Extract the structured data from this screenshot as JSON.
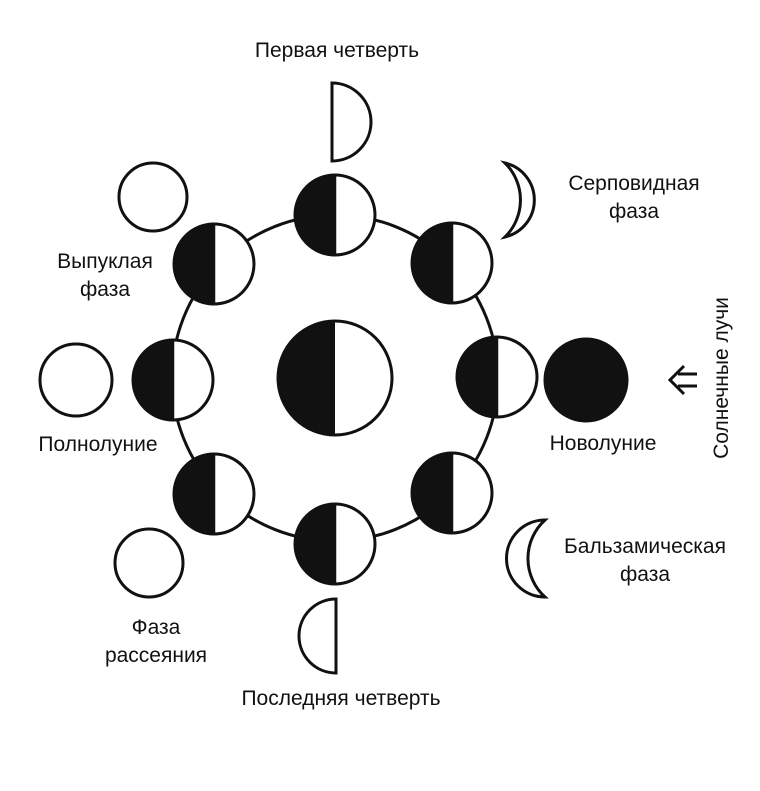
{
  "labels": {
    "first_quarter": "Первая четверть",
    "crescent_line1": "Серповидная",
    "crescent_line2": "фаза",
    "gibbous_line1": "Выпуклая",
    "gibbous_line2": "фаза",
    "full_moon": "Полнолуние",
    "new_moon": "Новолуние",
    "sun_rays": "Солнечные лучи",
    "balsamic_line1": "Бальзамическая",
    "balsamic_line2": "фаза",
    "disseminating_line1": "Фаза",
    "disseminating_line2": "рассеяния",
    "last_quarter": "Последняя четверть"
  },
  "colors": {
    "ink": "#111111",
    "paper": "#ffffff"
  }
}
